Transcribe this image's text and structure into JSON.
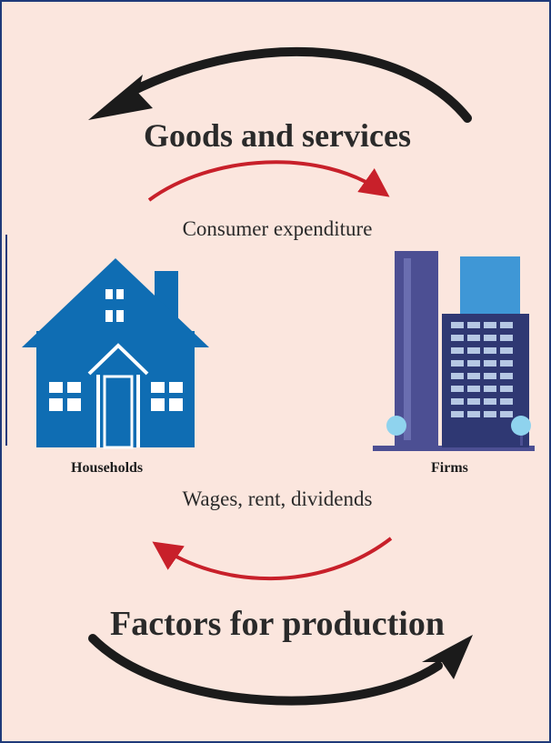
{
  "goods_label": "Goods and services",
  "consumer_label": "Consumer expenditure",
  "households_label": "Households",
  "firms_label": "Firms",
  "wages_label": "Wages, rent, dividends",
  "factors_label": "Factors for production",
  "colors": {
    "background": "#fbe6de",
    "border": "#1f3a7a",
    "black_arrow": "#1b1b1b",
    "red_arrow": "#c8202a",
    "house": "#0f6db3",
    "tower": "#4c4f93",
    "building": "#2f3873",
    "glass": "#3f97d6"
  }
}
